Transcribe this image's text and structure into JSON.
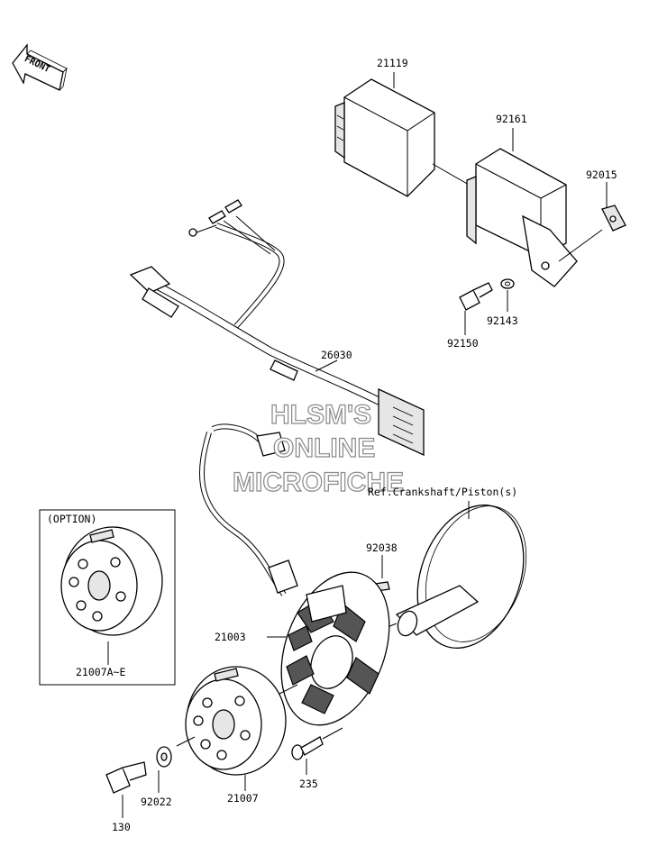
{
  "orientation": {
    "label": "FRONT"
  },
  "callouts": {
    "cdi_unit": "21119",
    "bracket": "92161",
    "clip": "92015",
    "washer_small": "92143",
    "bolt_small": "92150",
    "harness": "26030",
    "stator": "21003",
    "rotor": "21007",
    "rotor_option": "21007A~E",
    "key": "92038",
    "washer": "92022",
    "bolt_rotor": "130",
    "screw": "235"
  },
  "option_box": {
    "label": "(OPTION)"
  },
  "reference_note": "Ref.Crankshaft/Piston(s)",
  "watermark": {
    "line1": "HLSM'S",
    "line2": "ONLINE",
    "line3": "MICROFICHE"
  }
}
